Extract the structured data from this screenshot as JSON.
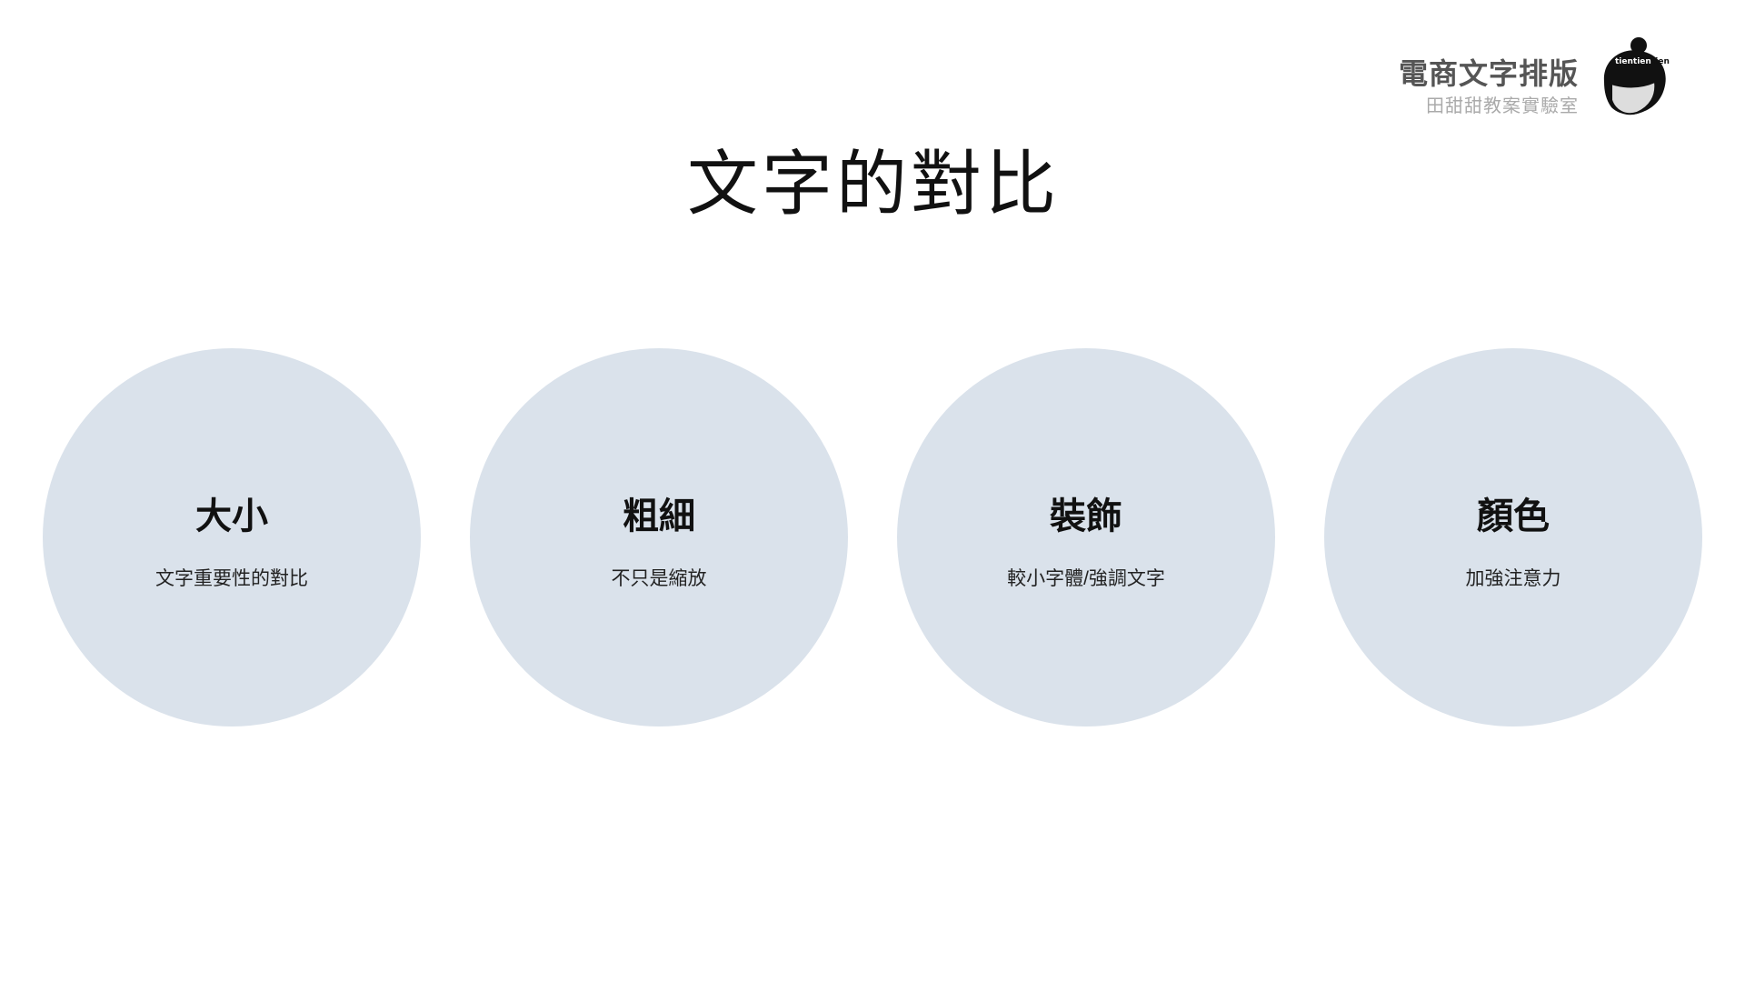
{
  "brand": {
    "title": "電商文字排版",
    "subtitle": "田甜甜教案實驗室",
    "logo_text": "tientientien"
  },
  "title": "文字的對比",
  "items": [
    {
      "heading": "大小",
      "text": "文字重要性的對比"
    },
    {
      "heading": "粗細",
      "text": "不只是縮放"
    },
    {
      "heading": "裝飾",
      "text": "較小字體/強調文字"
    },
    {
      "heading": "顏色",
      "text": "加強注意力"
    }
  ],
  "colors": {
    "circle": "#dae2eb",
    "title": "#111111",
    "brand": "#555555"
  }
}
